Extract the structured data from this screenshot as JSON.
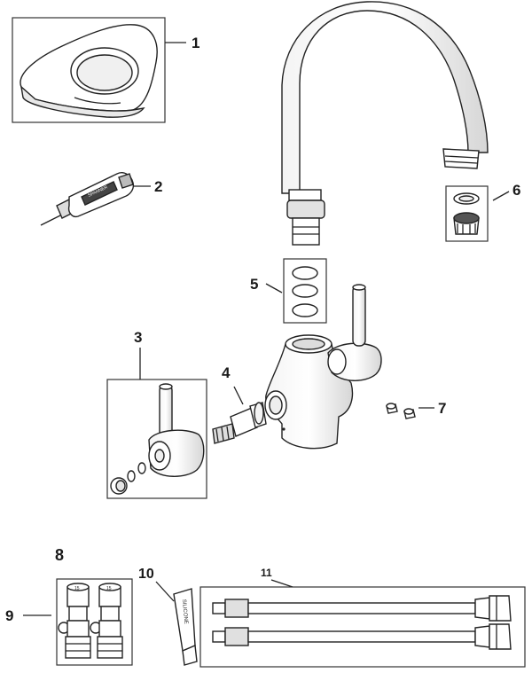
{
  "labels": {
    "p1": "1",
    "p2": "2",
    "p3": "3",
    "p4": "4",
    "p5": "5",
    "p6": "6",
    "p7": "7",
    "p8": "8",
    "p9": "9",
    "p10": "10",
    "p11": "11"
  },
  "printed_text": {
    "spanner_marking": "SPANNER",
    "paste_marking": "SILICONE",
    "valve_marking": "15"
  },
  "colors": {
    "ink": "#222222",
    "part_fill": "#ffffff",
    "shade": "#d8d8d8",
    "dark_shade": "#555555"
  },
  "icons": {
    "p1": "rosette-plate-icon",
    "p2": "spanner-tool-icon",
    "p3": "lever-handle-icon",
    "p4": "ceramic-cartridge-icon",
    "p5": "o-ring-set-icon",
    "p6": "aerator-icon",
    "p7": "grub-screw-icon",
    "p8": "isolation-valve-icon",
    "p10": "silicone-grease-tube-icon",
    "p11": "flexible-hose-icon"
  }
}
